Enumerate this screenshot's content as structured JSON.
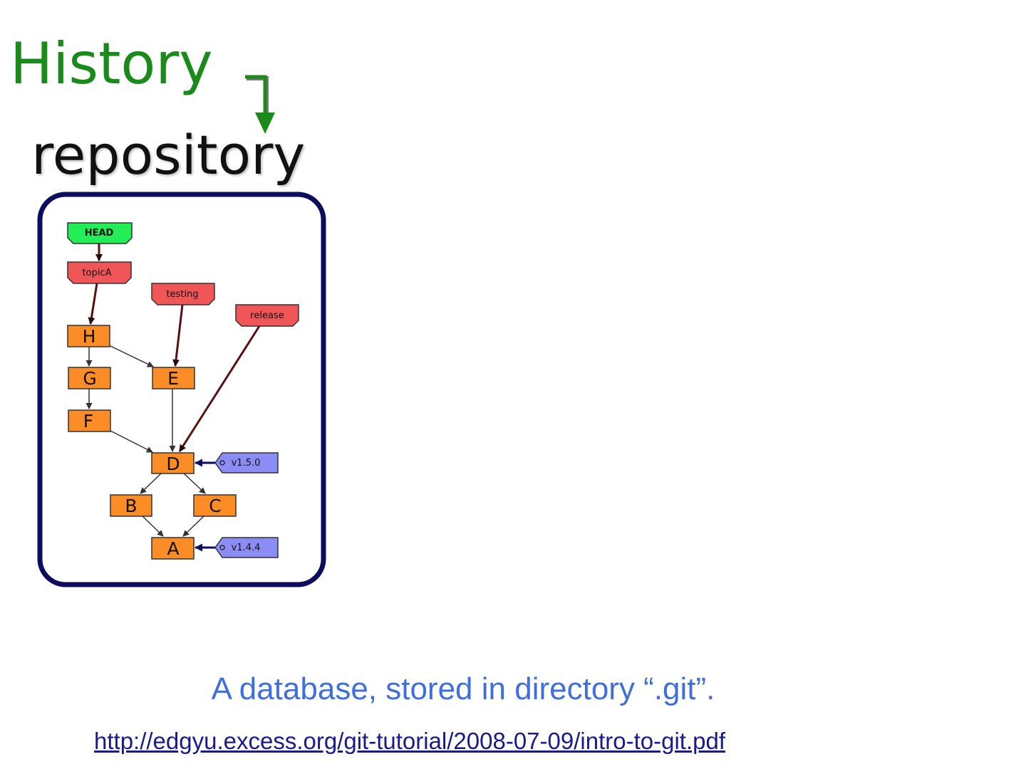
{
  "slide": {
    "title": "History",
    "repo_label": "repository",
    "caption": "A database, stored in directory “.git”.",
    "link": "http://edgyu.excess.org/git-tutorial/2008-07-09/intro-to-git.pdf"
  },
  "graph": {
    "refs": {
      "head": "HEAD",
      "topicA": "topicA",
      "testing": "testing",
      "release": "release"
    },
    "tags": {
      "v150": "v1.5.0",
      "v144": "v1.4.4"
    },
    "commits": {
      "H": "H",
      "G": "G",
      "F": "F",
      "E": "E",
      "D": "D",
      "B": "B",
      "C": "C",
      "A": "A"
    }
  },
  "colors": {
    "title": "#1a8a1a",
    "frame": "#0d0d5e",
    "head": "#22ee55",
    "branch": "#f05558",
    "commit": "#fb8c26",
    "tag": "#8c8cf5",
    "caption": "#3f6fde",
    "ref_edge": "#5a1010"
  }
}
